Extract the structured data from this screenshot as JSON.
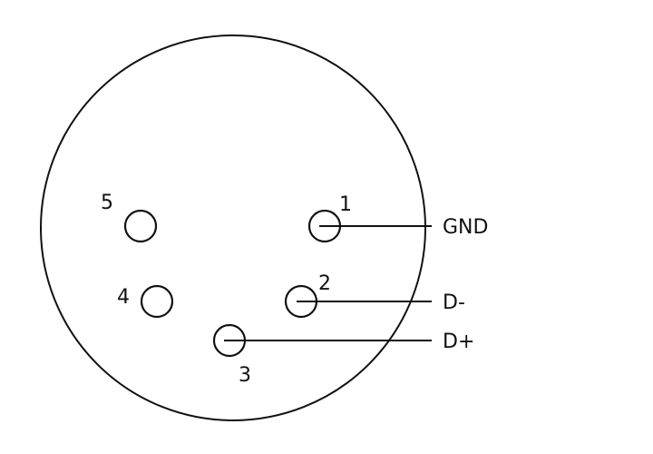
{
  "pins": [
    {
      "number": "1",
      "signal": "GND"
    },
    {
      "number": "2",
      "signal": "D-"
    },
    {
      "number": "3",
      "signal": "D+"
    },
    {
      "number": "4",
      "signal": ""
    },
    {
      "number": "5",
      "signal": ""
    }
  ]
}
